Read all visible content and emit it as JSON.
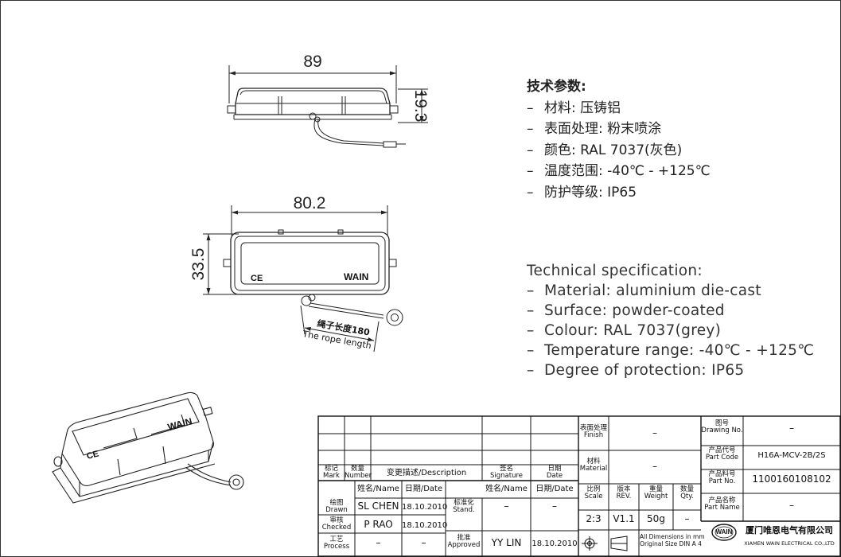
{
  "dimensions": {
    "side_length": "89",
    "side_height": "19.3",
    "top_length": "80.2",
    "top_width": "33.5"
  },
  "markings": {
    "ce_mark": "CE",
    "brand": "WAIN",
    "rope_label_cn": "绳子长度180",
    "rope_label_en": "The rope length"
  },
  "spec_cn": {
    "title": "技术参数:",
    "lines": [
      "材料: 压铸铝",
      "表面处理: 粉末喷涂",
      "颜色: RAL 7037(灰色)",
      "温度范围: -40℃ - +125℃",
      "防护等级: IP65"
    ]
  },
  "spec_en": {
    "title": "Technical specification:",
    "lines": [
      "Material: aluminium die-cast",
      "Surface: powder-coated",
      "Colour: RAL 7037(grey)",
      "Temperature range: -40℃ - +125℃",
      "Degree of protection: IP65"
    ]
  },
  "title_block": {
    "finish_cn": "表面处理",
    "finish_en": "Finish",
    "finish_val": "–",
    "material_cn": "材料",
    "material_en": "Material",
    "material_val": "–",
    "drawing_no_cn": "图号",
    "drawing_no_en": "Drawing No.",
    "drawing_no_val": "–",
    "part_code_cn": "产品代号",
    "part_code_en": "Part Code",
    "part_code_val": "H16A-MCV-2B/2S",
    "part_no_cn": "产品料号",
    "part_no_en": "Part No.",
    "part_no_val": "1100160108102",
    "part_name_cn": "产品名称",
    "part_name_en": "Part Name",
    "part_name_val": "–",
    "mark_cn": "标记",
    "mark_en": "Mark",
    "number_cn": "数量",
    "number_en": "Number",
    "desc_cn": "变更描述",
    "desc_en": "/Description",
    "sig_cn": "签名",
    "sig_en": "Signature",
    "date_cn": "日期",
    "date_en": "Date",
    "name_hdr": "姓名/Name",
    "date_hdr": "日期/Date",
    "name_hdr2": "姓名/Name",
    "date_hdr2": "日期/Date",
    "scale_cn": "比例",
    "scale_en": "Scale",
    "scale_val": "2:3",
    "rev_cn": "版本",
    "rev_en": "REV.",
    "rev_val": "V1.1",
    "weight_cn": "重量",
    "weight_en": "Weight",
    "weight_val": "50g",
    "qty_cn": "数量",
    "qty_en": "Qty.",
    "qty_val": "–",
    "drawn_cn": "绘图",
    "drawn_en": "Drawn",
    "drawn_name": "SL CHEN",
    "drawn_date": "18.10.2010",
    "checked_cn": "审核",
    "checked_en": "Checked",
    "checked_name": "P RAO",
    "checked_date": "18.10.2010",
    "process_cn": "工艺",
    "process_en": "Process",
    "process_name": "–",
    "process_date": "–",
    "stand_cn": "标准化",
    "stand_en": "Stand.",
    "stand_name": "–",
    "stand_date": "–",
    "approved_cn": "批准",
    "approved_en": "Approved",
    "approved_name": "YY LIN",
    "approved_date": "18.10.2010",
    "dim_note_1": "All Dimensions in mm",
    "dim_note_2": "Original Size DIN A 4",
    "company_cn": "厦门唯恩电气有限公司",
    "company_en": "XIAMEN WAIN ELECTRICAL CO.,LTD",
    "logo_text": "WAIN"
  }
}
